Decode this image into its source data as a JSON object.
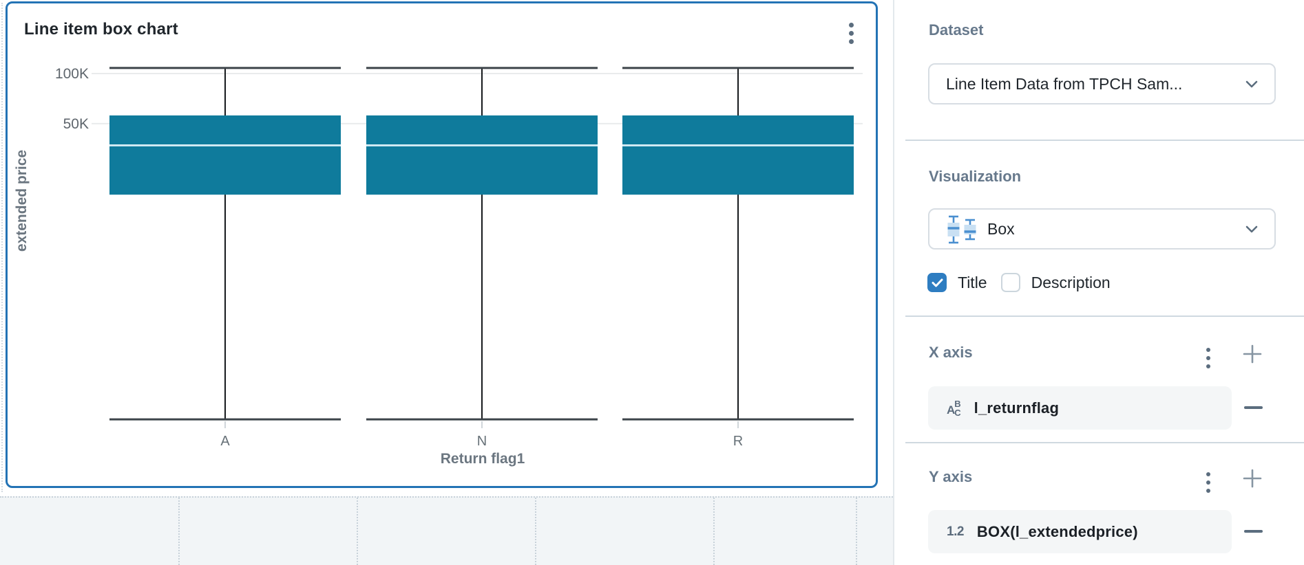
{
  "card": {
    "title": "Line item box chart",
    "menu_icon": "kebab-vertical-icon"
  },
  "chart_data": {
    "type": "box",
    "title": "Line item box chart",
    "xlabel": "Return flag1",
    "ylabel": "extended price",
    "categories": [
      "A",
      "N",
      "R"
    ],
    "series": [
      {
        "category": "A",
        "min": 834,
        "q1": 18700,
        "median": 37000,
        "q3": 56000,
        "max": 108000
      },
      {
        "category": "N",
        "min": 834,
        "q1": 18700,
        "median": 37000,
        "q3": 56000,
        "max": 108000
      },
      {
        "category": "R",
        "min": 834,
        "q1": 18700,
        "median": 37000,
        "q3": 56000,
        "max": 108000
      }
    ],
    "y_ticks": [
      {
        "value": 100000,
        "label": "100K"
      },
      {
        "value": 50000,
        "label": "50K"
      }
    ],
    "y_scale": "log",
    "grid": "horizontal",
    "legend": "none",
    "box_color": "#0f7b9c",
    "median_color": "#cfe9f2"
  },
  "panel": {
    "dataset": {
      "heading": "Dataset",
      "selected": "Line Item Data from TPCH Sam...",
      "chevron_icon": "chevron-down-icon"
    },
    "visualization": {
      "heading": "Visualization",
      "selected": "Box",
      "type_icon": "box-plot-icon",
      "chevron_icon": "chevron-down-icon"
    },
    "toggles": {
      "title_label": "Title",
      "title_checked": true,
      "description_label": "Description",
      "description_checked": false
    },
    "x_axis": {
      "heading": "X axis",
      "field": {
        "name": "l_returnflag",
        "type": "text",
        "icon_letters": [
          "A",
          "B",
          "C"
        ]
      }
    },
    "y_axis": {
      "heading": "Y axis",
      "field": {
        "name": "BOX(l_extendedprice)",
        "type": "number",
        "icon_text": "1.2"
      }
    }
  },
  "colors": {
    "selection_blue": "#2373b5",
    "box_teal": "#0f7b9c",
    "checkbox_blue": "#2e7dc1",
    "heading_slate": "#67798c",
    "dashboard_bg": "#f2f5f7"
  }
}
